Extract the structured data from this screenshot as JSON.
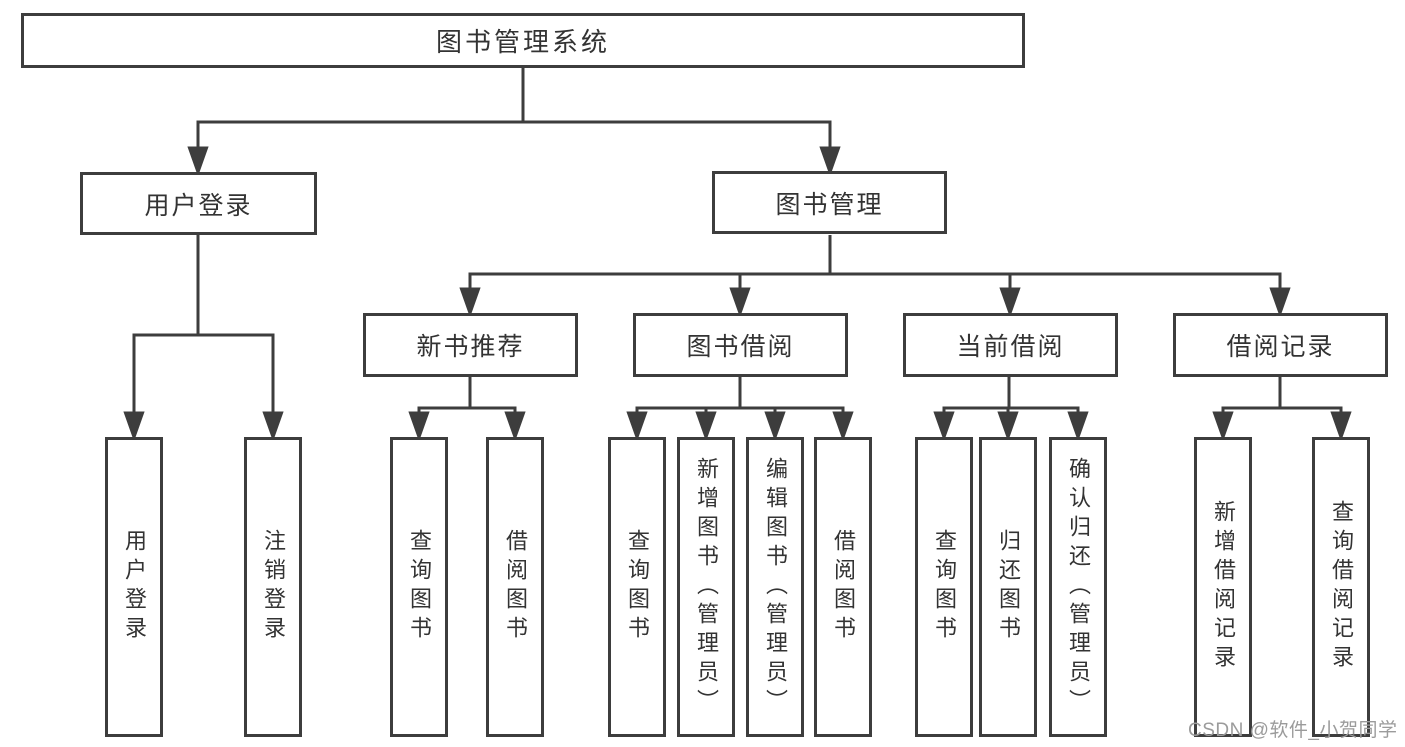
{
  "diagram": {
    "root": {
      "label": "图书管理系统"
    },
    "level2": [
      {
        "label": "用户登录"
      },
      {
        "label": "图书管理"
      }
    ],
    "level3": [
      {
        "label": "新书推荐"
      },
      {
        "label": "图书借阅"
      },
      {
        "label": "当前借阅"
      },
      {
        "label": "借阅记录"
      }
    ],
    "leaves": {
      "user_login": [
        "用户登录",
        "注销登录"
      ],
      "new_book_rec": [
        "查询图书",
        "借阅图书"
      ],
      "book_borrow": [
        "查询图书",
        "新增图书（管理员）",
        "编辑图书（管理员）",
        "借阅图书"
      ],
      "current_borrow": [
        "查询图书",
        "归还图书",
        "确认归还（管理员）"
      ],
      "borrow_records": [
        "新增借阅记录",
        "查询借阅记录"
      ]
    }
  },
  "watermark": "CSDN @软件_小贺同学",
  "colors": {
    "line": "#3d3d3d",
    "text": "#333333",
    "watermark": "#9b9b9b",
    "background": "#ffffff"
  }
}
